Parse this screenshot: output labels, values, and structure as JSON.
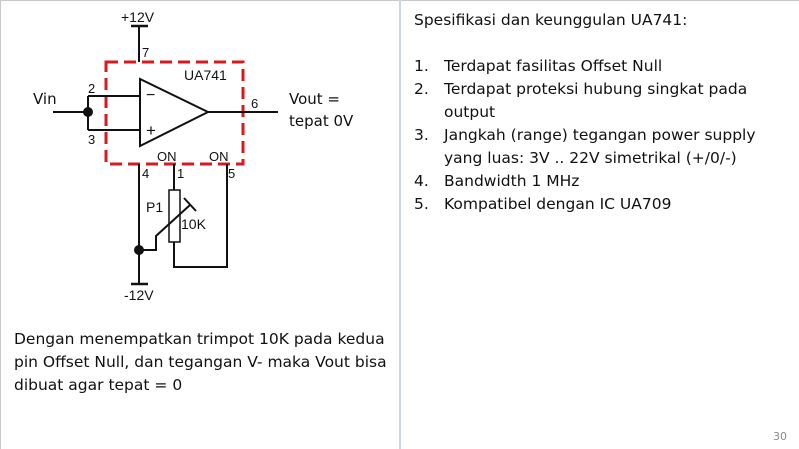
{
  "circuit": {
    "supply_positive": "+12V",
    "supply_negative": "-12V",
    "ic_label": "UA741",
    "input_label": "Vin",
    "output_label_line1": "Vout =",
    "output_label_line2": "tepat 0V",
    "pins": {
      "p7": "7",
      "p2": "2",
      "p3": "3",
      "p6": "6",
      "p4": "4",
      "p1": "1",
      "p5": "5"
    },
    "inverting_symbol": "−",
    "noninverting_symbol": "+",
    "offset_null_1": "ON",
    "offset_null_2": "ON",
    "trimpot_name": "P1",
    "trimpot_value": "10K",
    "colors": {
      "wire": "#111111",
      "ic_box": "#d9191c"
    }
  },
  "caption": {
    "text": "Dengan menempatkan trimpot 10K pada kedua pin Offset Null, dan tegangan V- maka Vout bisa dibuat agar tepat = 0"
  },
  "spec": {
    "title": "Spesifikasi dan keunggulan UA741:",
    "items": [
      {
        "num": "1.",
        "text": "Terdapat fasilitas Offset Null"
      },
      {
        "num": "2.",
        "text": "Terdapat proteksi hubung singkat pada output"
      },
      {
        "num": "3.",
        "text": "Jangkah (range) tegangan power supply yang luas: 3V .. 22V simetrikal (+/0/-)"
      },
      {
        "num": "4.",
        "text": "Bandwidth 1 MHz"
      },
      {
        "num": "5.",
        "text": "Kompatibel dengan IC UA709"
      }
    ]
  },
  "page_number": "30"
}
